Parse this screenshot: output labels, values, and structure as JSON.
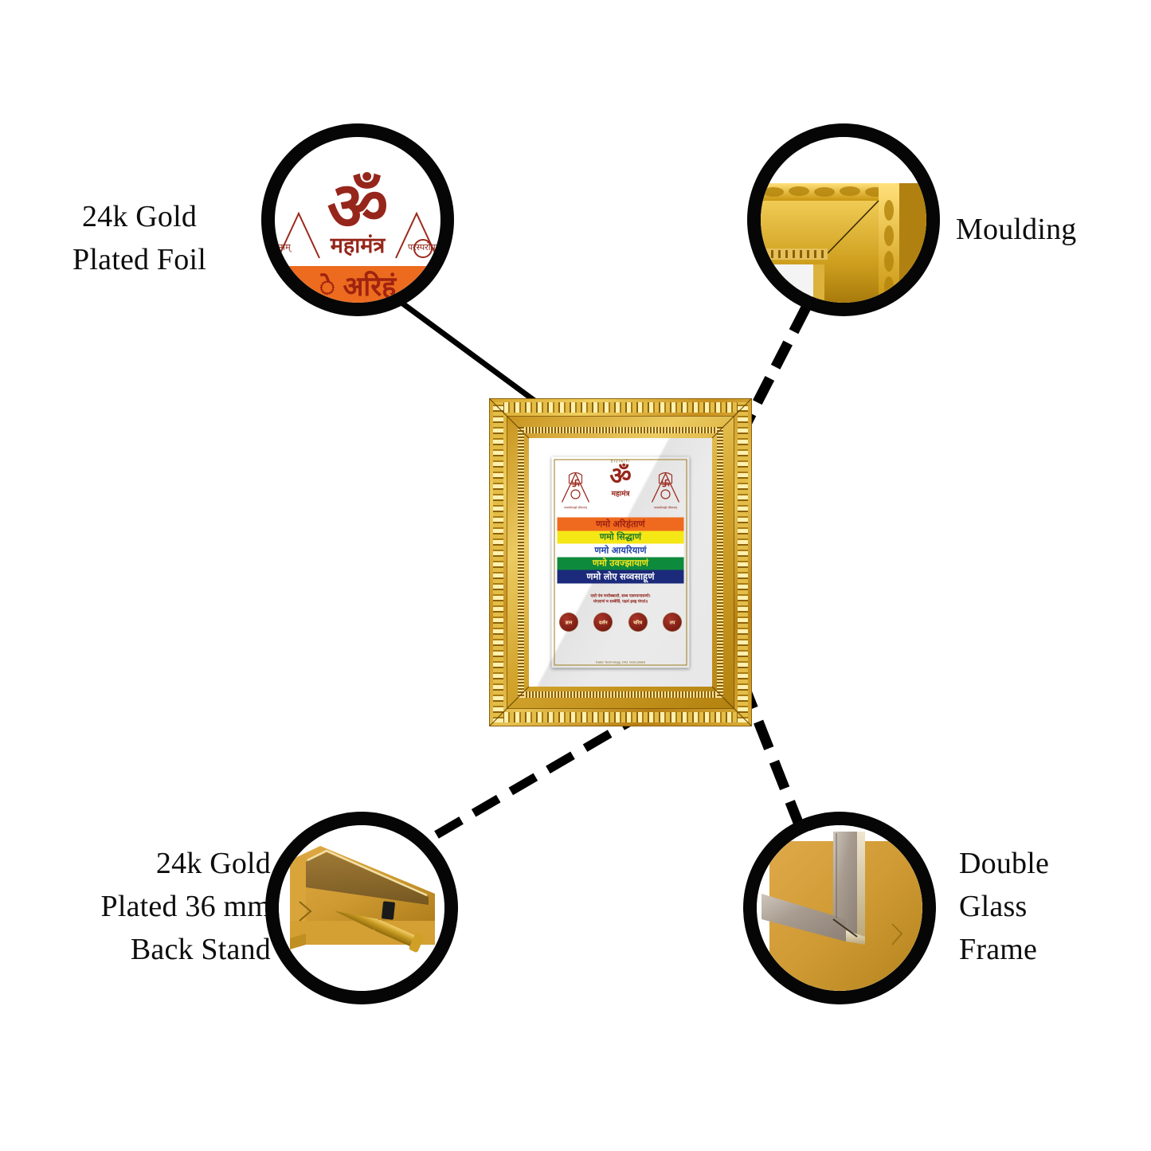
{
  "page": {
    "background": "#ffffff",
    "kind": "product-feature-infographic",
    "subject": "Jain Navkar Mahamantra 24k gold plated photo frame"
  },
  "callouts": [
    {
      "id": "foil",
      "label": "24k Gold\nPlated Foil",
      "label_lines": [
        "24k Gold",
        "Plated Foil"
      ],
      "position": "top-left",
      "connector_style": "solid",
      "zoom_of": "gold-foil-artwork"
    },
    {
      "id": "moulding",
      "label": "Moulding",
      "label_lines": [
        "Moulding"
      ],
      "position": "top-right",
      "connector_style": "dashed",
      "zoom_of": "frame-moulding-corner"
    },
    {
      "id": "back-stand",
      "label": "24k Gold\nPlated 36 mm\nBack Stand",
      "label_lines": [
        "24k Gold",
        "Plated 36 mm",
        "Back Stand"
      ],
      "position": "bottom-left",
      "connector_style": "dashed",
      "zoom_of": "back-stand-with-prop"
    },
    {
      "id": "double-glass",
      "label": "Double\nGlass\nFrame",
      "label_lines": [
        "Double",
        "Glass",
        "Frame"
      ],
      "position": "bottom-right",
      "connector_style": "dashed",
      "zoom_of": "double-glass-corner"
    }
  ],
  "poster": {
    "brand": "DIVINITI",
    "om_glyph": "ॐ",
    "om_caption": "महामंत्र",
    "jain_symbol_caption": "परस्परोपग्रहो जीवानाम्",
    "swastika_glyph": "࿕",
    "mantra_lines": [
      {
        "text": "णमो अरिहंताणं",
        "band_color": "#ef6a1e",
        "text_color": "#9c1f12"
      },
      {
        "text": "णमो सिद्धाणं",
        "band_color": "#f5e616",
        "text_color": "#1d7a2a"
      },
      {
        "text": "णमो आयरियाणं",
        "band_color": "#fdfdfd",
        "text_color": "#1c3fa8"
      },
      {
        "text": "णमो उवज्झायाणं",
        "band_color": "#0e8a3c",
        "text_color": "#f7e71b"
      },
      {
        "text": "णमो लोए सव्वसाहूणं",
        "band_color": "#1b2a7a",
        "text_color": "#ffffff"
      }
    ],
    "verse_lines": [
      "एसो पंच णमोक्कारो, सव्व पावप्पणासणो।",
      "मंगलाणं च सव्वेसिं, पढमं हवइ मंगलं॥"
    ],
    "jewels": [
      "ज्ञान",
      "दर्शन",
      "चरित्र",
      "तप"
    ],
    "footer": "Datex Technology, 24ct. Gold plated"
  },
  "colors": {
    "gold_light": "#f0cf5d",
    "gold_mid": "#d3a42c",
    "gold_dark": "#b3820f",
    "foil": "#e3d08f",
    "callout_ring": "#060606",
    "label_text": "#0d0d0d",
    "mat_white": "#ffffff"
  }
}
